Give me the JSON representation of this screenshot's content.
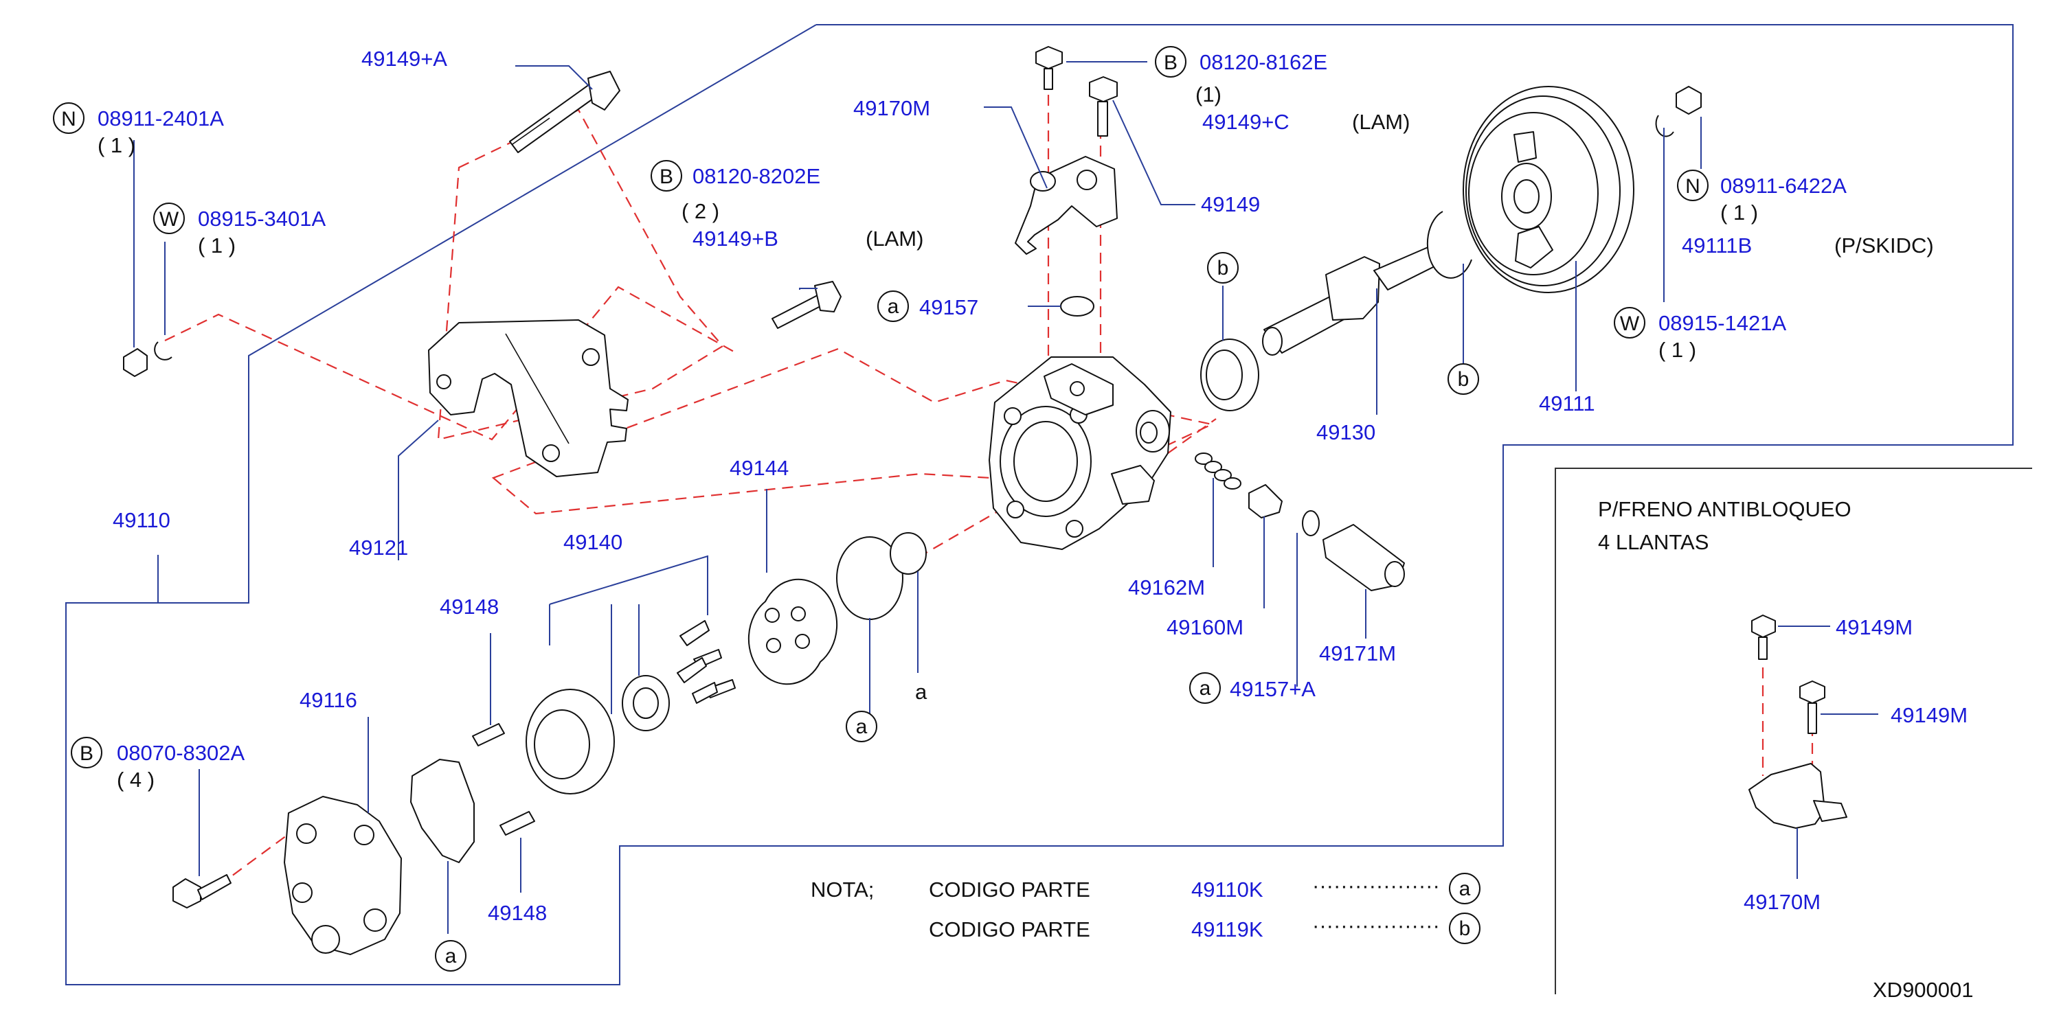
{
  "callouts": {
    "p49149A": "49149+A",
    "p08911_2401A": "08911-2401A",
    "qty_08911_2401A": "( 1 )",
    "p08915_3401A": "08915-3401A",
    "qty_08915_3401A": "( 1 )",
    "p49110": "49110",
    "p49121": "49121",
    "p08120_8202E": "08120-8202E",
    "qty_08120_8202E": "( 2 )",
    "p49149B": "49149+B",
    "lam_b": "(LAM)",
    "p49170M_top": "49170M",
    "p08120_8162E": "08120-8162E",
    "qty_08120_8162E": "(1)",
    "p49149C": "49149+C",
    "lam_c": "(LAM)",
    "p49149": "49149",
    "p49157": "49157",
    "p49140": "49140",
    "p49144": "49144",
    "p49148_top": "49148",
    "p49148_bot": "49148",
    "p49116": "49116",
    "p08070_8302A": "08070-8302A",
    "qty_08070_8302A": "( 4 )",
    "p49162M": "49162M",
    "p49160M": "49160M",
    "p49171M": "49171M",
    "p49157A": "49157+A",
    "p49130": "49130",
    "p49111": "49111",
    "p08911_6422A": "08911-6422A",
    "qty_08911_6422A": "( 1 )",
    "p49111B": "49111B",
    "pskidc": "(P/SKIDC)",
    "p08915_1421A": "08915-1421A",
    "qty_08915_1421A": "( 1 )",
    "letter_a": "a"
  },
  "circle_letters": {
    "N": "N",
    "W": "W",
    "B": "B",
    "a": "a",
    "b": "b"
  },
  "inset": {
    "line1": "P/FRENO ANTIBLOQUEO",
    "line2": "4 LLANTAS",
    "p49149M_1": "49149M",
    "p49149M_2": "49149M",
    "p49170M": "49170M"
  },
  "note": {
    "label": "NOTA;",
    "row1_text": "CODIGO PARTE",
    "row1_part": "49110K",
    "row1_ref": "a",
    "row2_text": "CODIGO PARTE",
    "row2_part": "49119K",
    "row2_ref": "b",
    "dots": "··················"
  },
  "diagram_id": "XD900001",
  "colors": {
    "part_number": "#1a1ad6",
    "leader": "#2a3f9a",
    "dashed": "#e03030",
    "text": "#111111"
  }
}
